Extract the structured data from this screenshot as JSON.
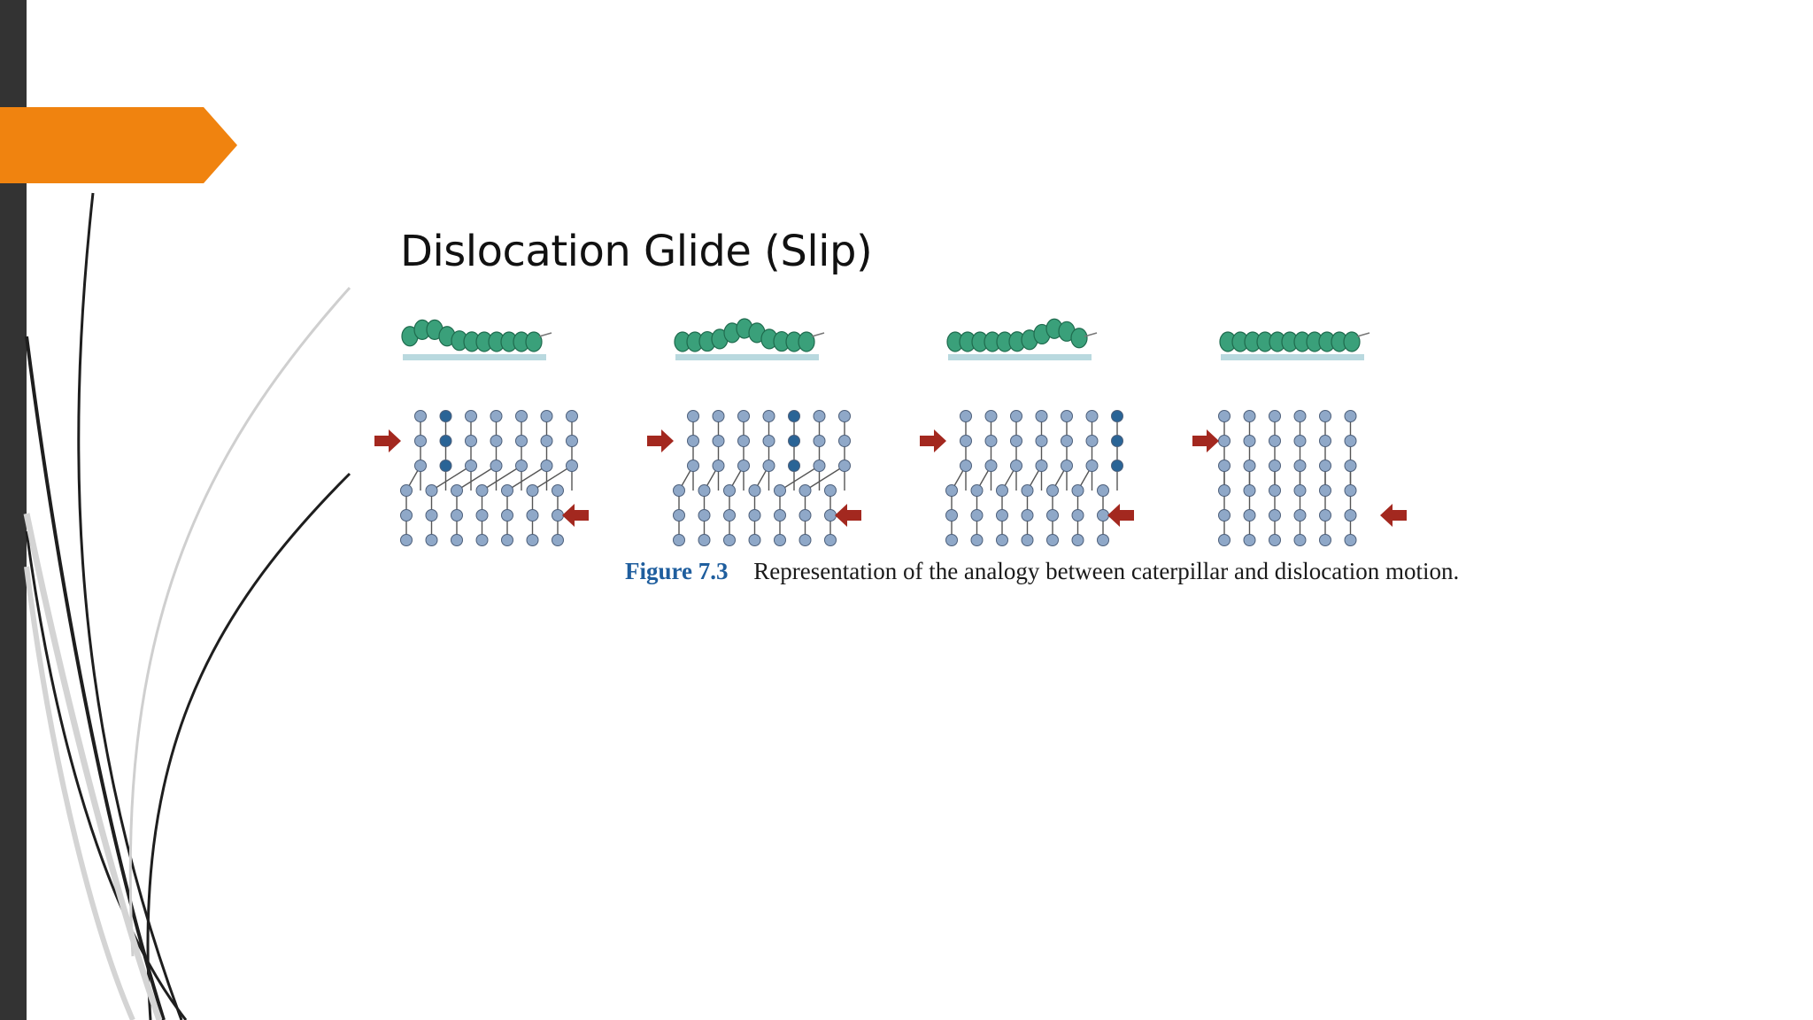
{
  "slide": {
    "title": "Dislocation Glide (Slip)",
    "accent_color": "#f0830f",
    "sidebar_color": "#333333"
  },
  "figure": {
    "label": "Figure 7.3",
    "caption": "Representation of the analogy between caterpillar and dislocation motion.",
    "colors": {
      "caterpillar_body": "#3aa07a",
      "substrate": "#b9d9df",
      "atom": "#8fa8c8",
      "atom_highlight": "#2a6496",
      "arrow": "#a3281f"
    },
    "panels": [
      {
        "hump": "rear",
        "top_cols": 7,
        "bottom_cols": 7,
        "extra_half_plane": 1
      },
      {
        "hump": "middle",
        "top_cols": 7,
        "bottom_cols": 7,
        "extra_half_plane": 4
      },
      {
        "hump": "front",
        "top_cols": 7,
        "bottom_cols": 7,
        "extra_half_plane": 6
      },
      {
        "hump": "none",
        "top_cols": 6,
        "bottom_cols": 6,
        "extra_half_plane": null
      }
    ]
  }
}
